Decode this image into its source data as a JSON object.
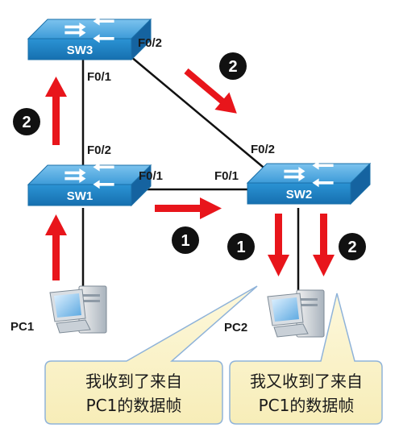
{
  "switches": {
    "sw3": {
      "label": "SW3"
    },
    "sw1": {
      "label": "SW1"
    },
    "sw2": {
      "label": "SW2"
    }
  },
  "ports": {
    "sw3_f02": "F0/2",
    "sw3_f01": "F0/1",
    "sw1_f02": "F0/2",
    "sw1_f01": "F0/1",
    "sw2_f01": "F0/1",
    "sw2_f02": "F0/2"
  },
  "hosts": {
    "pc1": {
      "label": "PC1"
    },
    "pc2": {
      "label": "PC2"
    }
  },
  "badges": {
    "sw3_sw2": "2",
    "sw1_sw3": "2",
    "sw1_sw2": "1",
    "sw2_pc2_first": "1",
    "sw2_pc2_second": "2"
  },
  "callouts": {
    "first": {
      "line1": "我收到了来自",
      "line2": "PC1的数据帧"
    },
    "second": {
      "line1": "我又收到了来自",
      "line2": "PC1的数据帧"
    }
  },
  "colors": {
    "switch_top": "#5fb0e3",
    "switch_front": "#1f86c9",
    "arrow": "#e8151b",
    "badge": "#111111",
    "callout_fill": "#fbf3c9",
    "callout_stroke": "#8fb3d9",
    "link": "#111111"
  }
}
